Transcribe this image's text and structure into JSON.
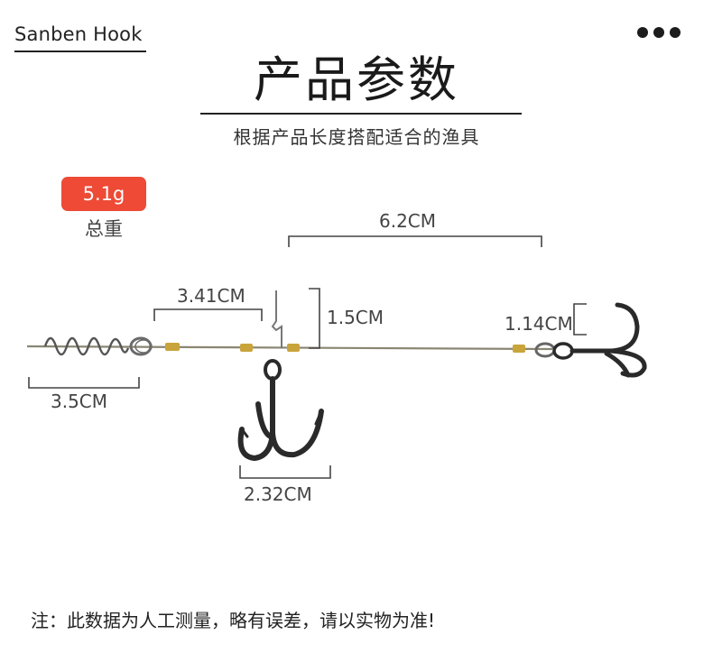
{
  "header": {
    "brand": "Sanben Hook",
    "title": "产品参数",
    "subtitle": "根据产品长度搭配适合的渔具"
  },
  "weight": {
    "value": "5.1g",
    "label": "总重"
  },
  "dimensions": {
    "overall": "6.2CM",
    "spacing": "3.41CM",
    "shank": "1.5CM",
    "trailing_hook": "1.14CM",
    "screw": "3.5CM",
    "main_hook": "2.32CM"
  },
  "footer": {
    "note": "注：此数据为人工测量，略有误差，请以实物为准!"
  },
  "colors": {
    "badge": "#ee4a36",
    "wire": "#8a8672",
    "hook": "#2a2a2a",
    "sleeve": "#c9a43a"
  }
}
